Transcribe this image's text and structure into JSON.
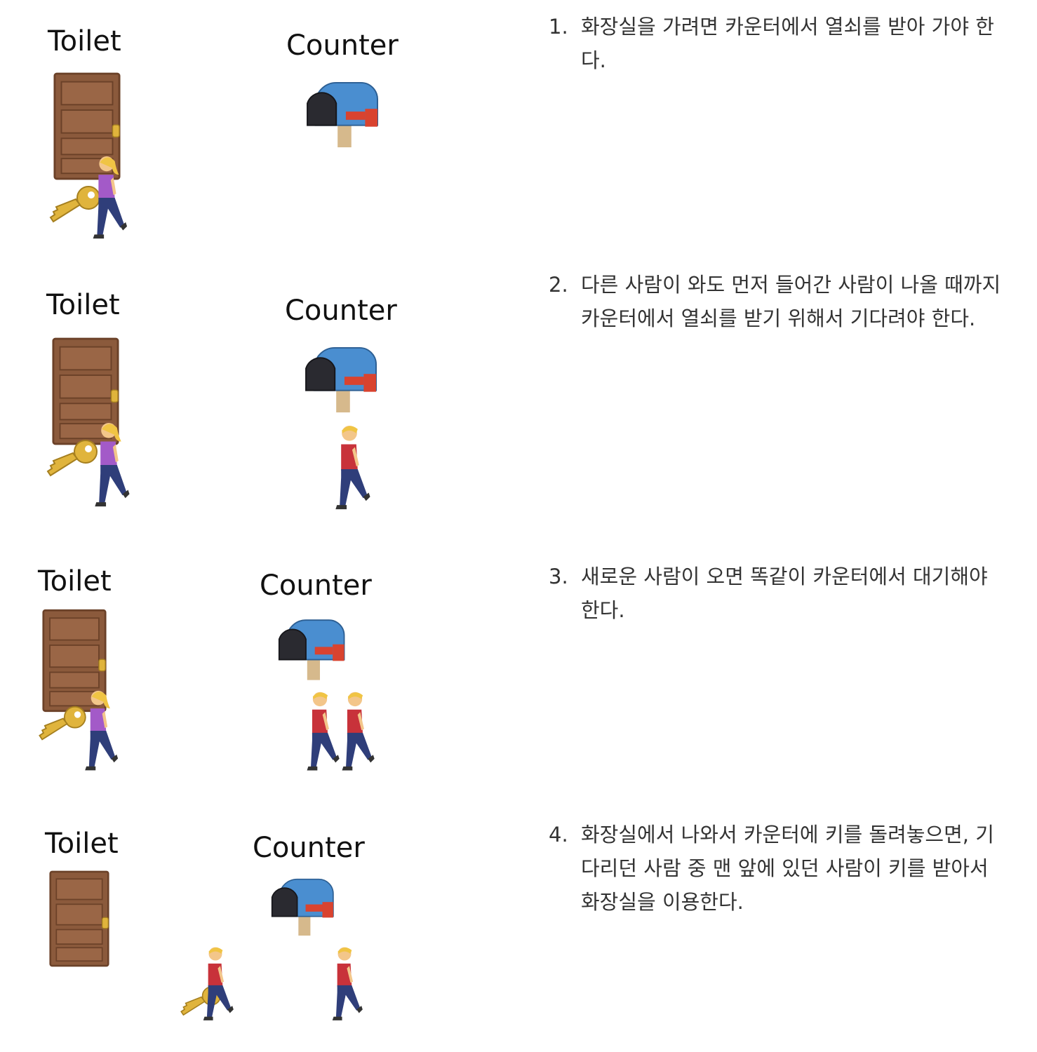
{
  "labels": {
    "toilet": "Toilet",
    "counter": "Counter"
  },
  "steps": [
    {
      "number": "1.",
      "text": "화장실을 가려면 카운터에서 열쇠를 받아 가야 한다."
    },
    {
      "number": "2.",
      "text": "다른 사람이 와도 먼저 들어간 사람이 나올 때까지 카운터에서 열쇠를 받기 위해서 기다려야 한다."
    },
    {
      "number": "3.",
      "text": "새로운 사람이 오면 똑같이 카운터에서 대기해야 한다."
    },
    {
      "number": "4.",
      "text": "화장실에서 나와서 카운터에 키를 돌려놓으면, 기다리던 사람 중 맨 앞에 있던 사람이 키를 받아서 화장실을 이용한다."
    }
  ],
  "icons": [
    "door-icon",
    "mailbox-icon",
    "key-icon",
    "walking-woman-icon",
    "walking-man-icon"
  ],
  "colors": {
    "door": "#8b5a3c",
    "mailbox": "#4a8ed0",
    "flag": "#d9432f",
    "key": "#e0b43c",
    "woman_shirt": "#a35ac8",
    "man_shirt": "#c8323a",
    "pants": "#2f3e7a"
  }
}
